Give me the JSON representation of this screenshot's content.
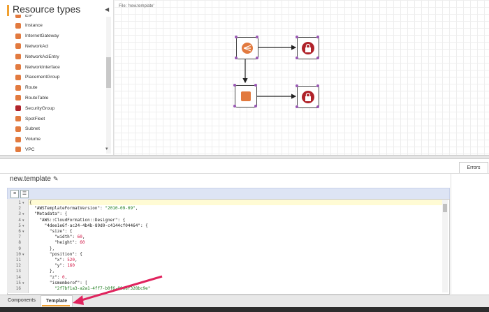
{
  "resources": {
    "title": "Resource types",
    "items": [
      {
        "label": "EIP",
        "color": "#e27a3f"
      },
      {
        "label": "Instance",
        "color": "#e27a3f"
      },
      {
        "label": "InternetGateway",
        "color": "#e27a3f"
      },
      {
        "label": "NetworkAcl",
        "color": "#e27a3f"
      },
      {
        "label": "NetworkAclEntry",
        "color": "#e27a3f"
      },
      {
        "label": "NetworkInterface",
        "color": "#e27a3f"
      },
      {
        "label": "PlacementGroup",
        "color": "#e27a3f"
      },
      {
        "label": "Route",
        "color": "#e27a3f"
      },
      {
        "label": "RouteTable",
        "color": "#e27a3f"
      },
      {
        "label": "SecurityGroup",
        "color": "#b0232a"
      },
      {
        "label": "SpotFleet",
        "color": "#e27a3f"
      },
      {
        "label": "Subnet",
        "color": "#e27a3f"
      },
      {
        "label": "Volume",
        "color": "#e27a3f"
      },
      {
        "label": "VPC",
        "color": "#e27a3f"
      }
    ]
  },
  "canvas": {
    "file_label": "File: 'new.template'"
  },
  "errors": {
    "tab_label": "Errors"
  },
  "template": {
    "name": "new.template"
  },
  "editor": {
    "lines": [
      {
        "n": "1",
        "fold": "▾",
        "text": "{"
      },
      {
        "n": "2",
        "fold": "",
        "text": "  \"AWSTemplateFormatVersion\": \"2010-09-09\","
      },
      {
        "n": "3",
        "fold": "▾",
        "text": "  \"Metadata\": {"
      },
      {
        "n": "4",
        "fold": "▾",
        "text": "    \"AWS::CloudFormation::Designer\": {"
      },
      {
        "n": "5",
        "fold": "▾",
        "text": "      \"4dee1e6f-ac24-4b4b-89d0-c4144cf04464\": {"
      },
      {
        "n": "6",
        "fold": "▾",
        "text": "        \"size\": {"
      },
      {
        "n": "7",
        "fold": "",
        "text": "          \"width\": 60,"
      },
      {
        "n": "8",
        "fold": "",
        "text": "          \"height\": 60"
      },
      {
        "n": "9",
        "fold": "",
        "text": "        },"
      },
      {
        "n": "10",
        "fold": "▾",
        "text": "        \"position\": {"
      },
      {
        "n": "11",
        "fold": "",
        "text": "          \"x\": 520,"
      },
      {
        "n": "12",
        "fold": "",
        "text": "          \"y\": 160"
      },
      {
        "n": "13",
        "fold": "",
        "text": "        },"
      },
      {
        "n": "14",
        "fold": "",
        "text": "        \"z\": 0,"
      },
      {
        "n": "15",
        "fold": "▾",
        "text": "        \"ismemberof\": ["
      },
      {
        "n": "16",
        "fold": "",
        "text": "          \"2f7bf1a3-a2a1-4ff7-b0f6-9968f328bc9e\""
      }
    ]
  },
  "tabs": {
    "components": "Components",
    "template": "Template"
  }
}
